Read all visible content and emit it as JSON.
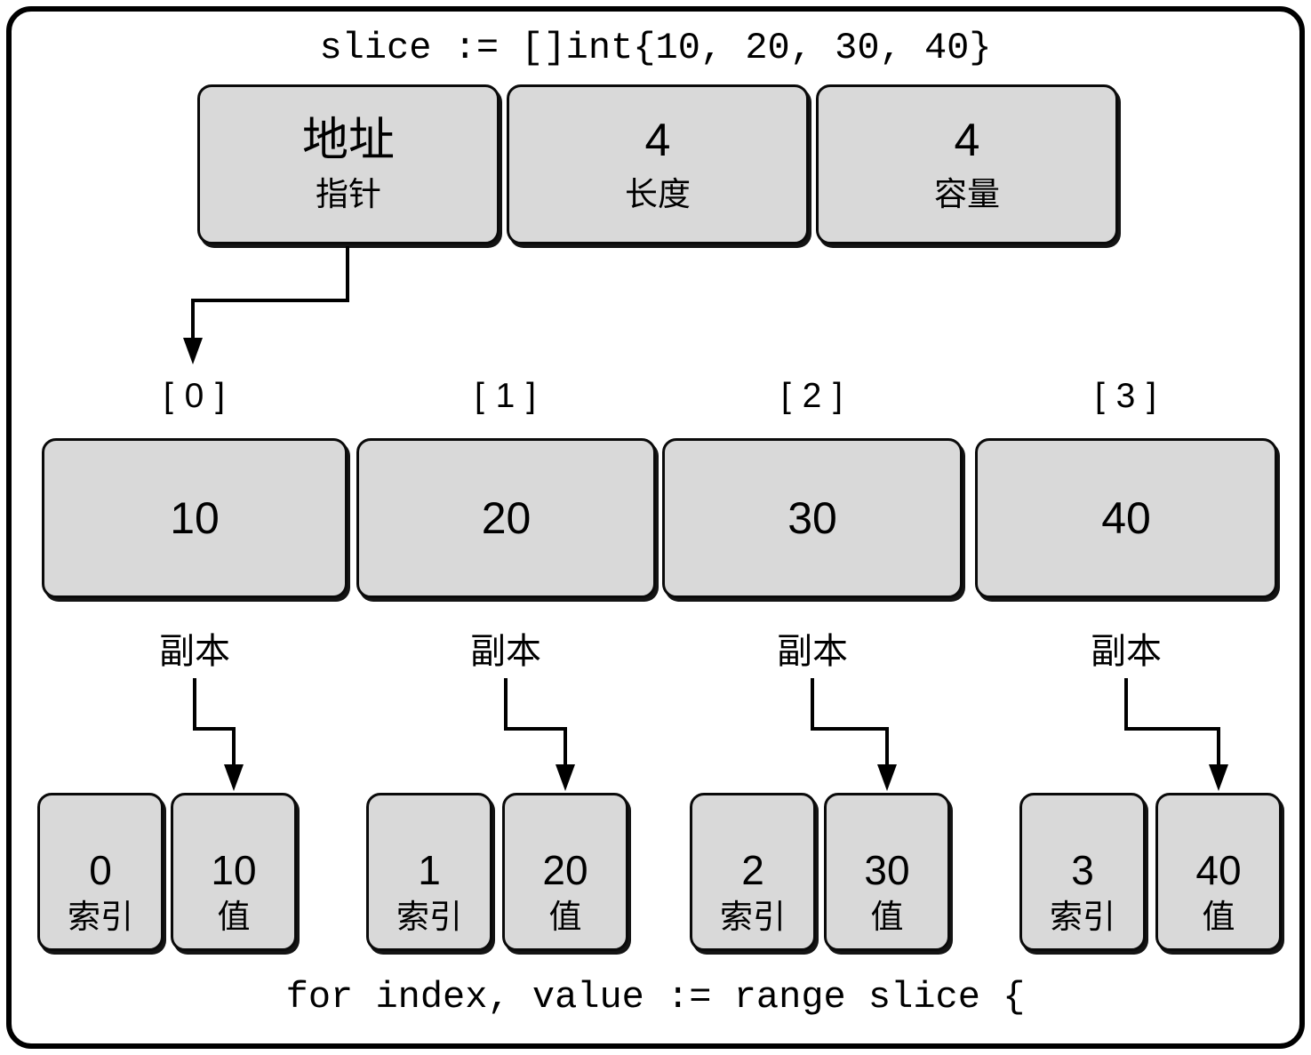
{
  "title_code": "slice := []int{10, 20, 30, 40}",
  "footer_code": "for index, value := range slice {",
  "header": {
    "boxes": [
      {
        "value": "地址",
        "label": "指针"
      },
      {
        "value": "4",
        "label": "长度"
      },
      {
        "value": "4",
        "label": "容量"
      }
    ]
  },
  "array": {
    "index_labels": [
      "[ 0 ]",
      "[ 1 ]",
      "[ 2 ]",
      "[ 3 ]"
    ],
    "values": [
      "10",
      "20",
      "30",
      "40"
    ]
  },
  "pairs": [
    {
      "copy_label": "副本",
      "index": "0",
      "index_label": "索引",
      "value": "10",
      "value_label": "值"
    },
    {
      "copy_label": "副本",
      "index": "1",
      "index_label": "索引",
      "value": "20",
      "value_label": "值"
    },
    {
      "copy_label": "副本",
      "index": "2",
      "index_label": "索引",
      "value": "30",
      "value_label": "值"
    },
    {
      "copy_label": "副本",
      "index": "3",
      "index_label": "索引",
      "value": "40",
      "value_label": "值"
    }
  ],
  "colors": {
    "box_fill": "#d9d9d9",
    "line": "#000000",
    "background": "#ffffff"
  }
}
